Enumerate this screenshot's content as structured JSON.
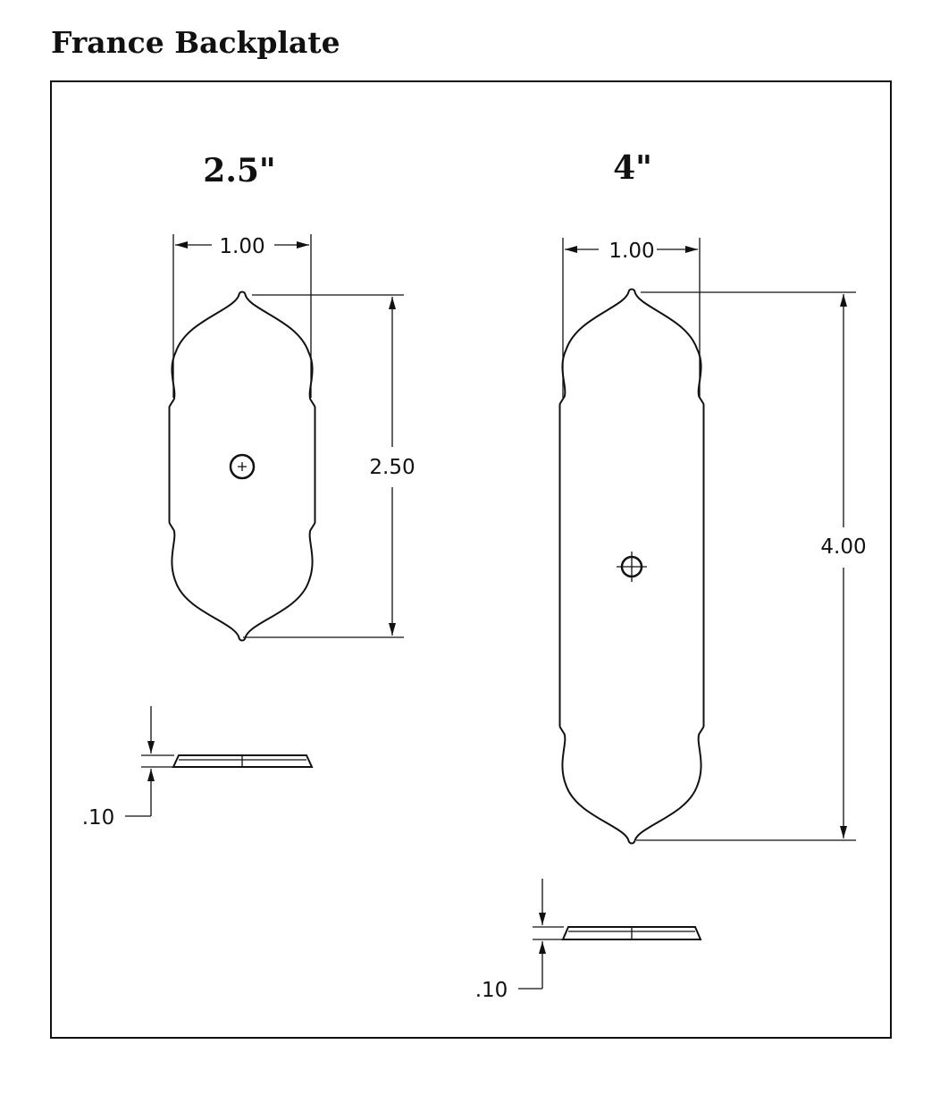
{
  "title": "France Backplate",
  "plates": [
    {
      "size_label": "2.5\"",
      "width_dim": "1.00",
      "height_dim": "2.50",
      "thickness_dim": ".10"
    },
    {
      "size_label": "4\"",
      "width_dim": "1.00",
      "height_dim": "4.00",
      "thickness_dim": ".10"
    }
  ]
}
